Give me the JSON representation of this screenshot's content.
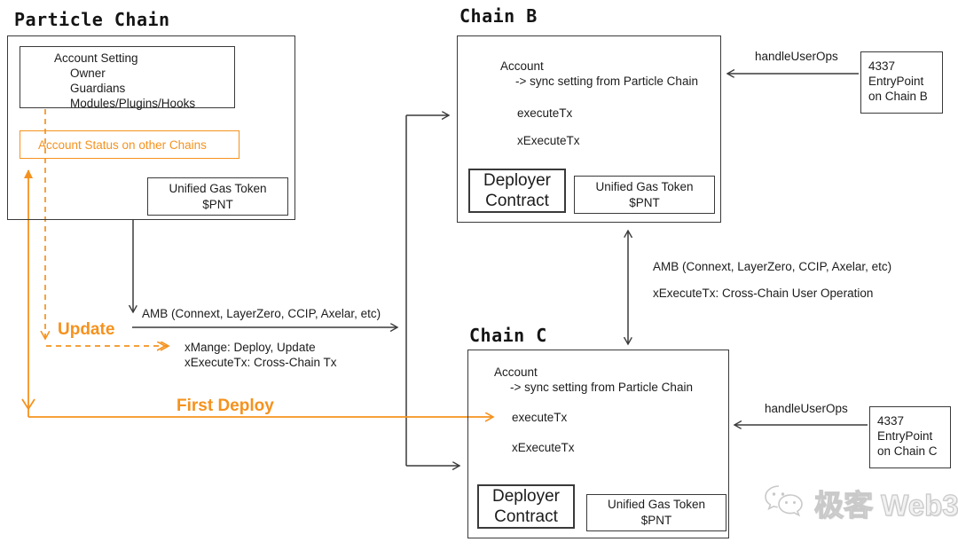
{
  "diagram": {
    "colors": {
      "accent_orange": "#F5921E",
      "line_black": "#3a3a3a",
      "watermark_gray": "#c9c9c9"
    },
    "particle_chain": {
      "title": "Particle Chain",
      "account_setting": {
        "title": "Account Setting",
        "items": [
          "Owner",
          "Guardians",
          "Modules/Plugins/Hooks"
        ]
      },
      "account_status": "Account Status on other Chains",
      "gas_token": {
        "line1": "Unified Gas Token",
        "line2": "$PNT"
      }
    },
    "chain_b": {
      "title": "Chain B",
      "account": "Account",
      "sync": "-> sync setting from Particle Chain",
      "execute_tx": "executeTx",
      "x_execute_tx": "xExecuteTx",
      "deployer": {
        "line1": "Deployer",
        "line2": "Contract"
      },
      "gas_token": {
        "line1": "Unified Gas Token",
        "line2": "$PNT"
      }
    },
    "chain_c": {
      "title": "Chain C",
      "account": "Account",
      "sync": "-> sync setting from Particle Chain",
      "execute_tx": "executeTx",
      "x_execute_tx": "xExecuteTx",
      "deployer": {
        "line1": "Deployer",
        "line2": "Contract"
      },
      "gas_token": {
        "line1": "Unified Gas Token",
        "line2": "$PNT"
      }
    },
    "entrypoint_b": {
      "lines": [
        "4337",
        "EntryPoint",
        "on Chain B"
      ]
    },
    "entrypoint_c": {
      "lines": [
        "4337",
        "EntryPoint",
        "on Chain C"
      ]
    },
    "labels": {
      "handle_user_ops_b": "handleUserOps",
      "handle_user_ops_c": "handleUserOps",
      "amb_particle": "AMB (Connext, LayerZero, CCIP, Axelar, etc)",
      "xmange": "xMange: Deploy, Update",
      "xexecute_cross_tx": "xExecuteTx: Cross-Chain Tx",
      "update": "Update",
      "first_deploy": "First Deploy",
      "amb_bc": "AMB (Connext, LayerZero, CCIP, Axelar, etc)",
      "xexecute_user_op": "xExecuteTx: Cross-Chain User Operation"
    },
    "watermark": "极客 Web3"
  }
}
